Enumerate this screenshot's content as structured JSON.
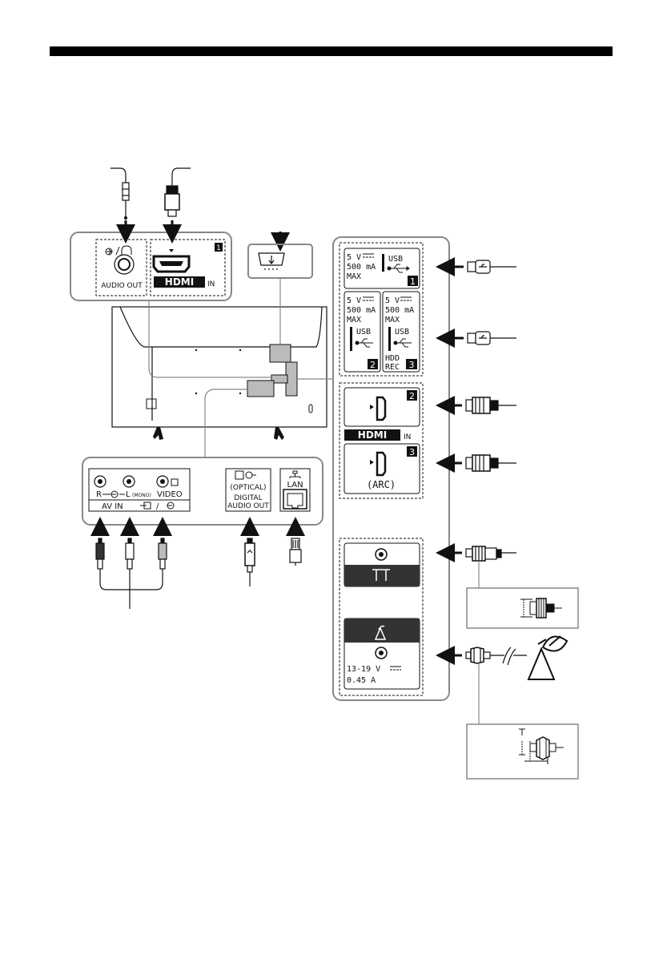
{
  "top_panel": {
    "audio_out_label": "AUDIO OUT",
    "hdmi1_number": "1",
    "hdmi_logo": "HDMI",
    "hdmi_in_label": "IN"
  },
  "usb_panel": {
    "usb1": {
      "voltage": "5 V",
      "current": "500 mA",
      "max": "MAX",
      "label": "USB",
      "number": "1"
    },
    "usb2": {
      "voltage": "5 V",
      "current": "500 mA",
      "max": "MAX",
      "label": "USB",
      "number": "2"
    },
    "usb3": {
      "voltage": "5 V",
      "current": "500 mA",
      "max": "MAX",
      "label": "USB",
      "hdd": "HDD",
      "rec": "REC",
      "number": "3"
    }
  },
  "hdmi_panel": {
    "hdmi2_number": "2",
    "hdmi3_number": "3",
    "hdmi_logo": "HDMI",
    "in_label": "IN",
    "arc_label": "(ARC)"
  },
  "satellite_panel": {
    "voltage": "13-19 V",
    "current": "0.45 A"
  },
  "bottom_panel": {
    "r_label": "R",
    "l_label": "L",
    "mono_label": "(MONO)",
    "video_label": "VIDEO",
    "av_in_label": "AV IN",
    "slash": "/",
    "optical_label": "(OPTICAL)",
    "digital_label": "DIGITAL",
    "audio_out_label": "AUDIO OUT",
    "lan_label": "LAN"
  },
  "colors": {
    "line": "#111111",
    "panel_stroke": "#888888",
    "dark_fill": "#333333",
    "grey_fill": "#bbbbbb"
  }
}
